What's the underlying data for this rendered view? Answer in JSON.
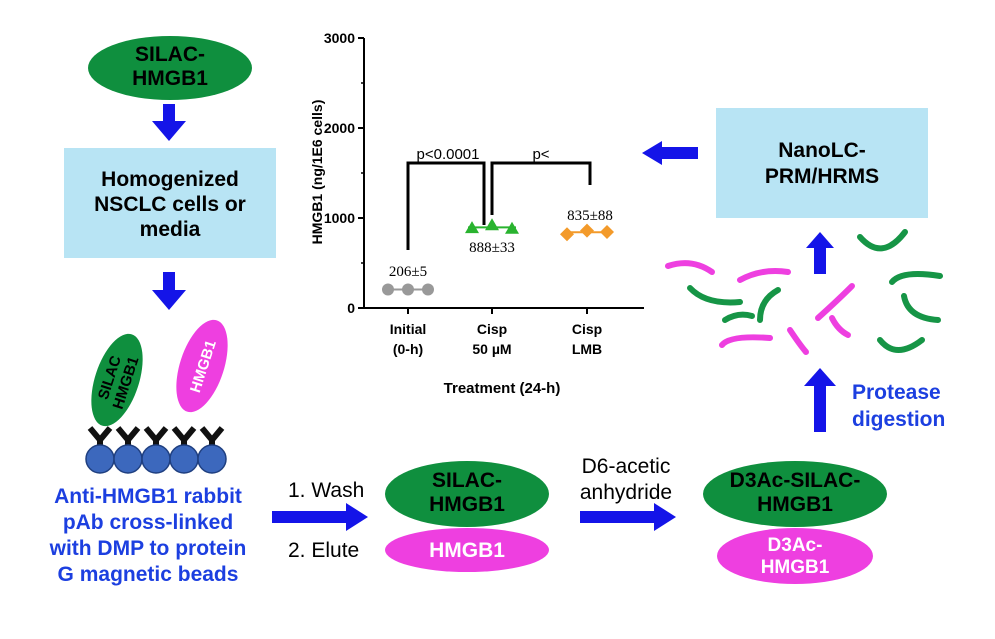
{
  "colors": {
    "green": "#0f8f3e",
    "magenta": "#ee3fe0",
    "blue": "#1414e8",
    "light_blue": "#b8e4f4",
    "bead": "#3c68bd",
    "antibody": "#111111",
    "grey_series": "#999999",
    "green_series": "#29b32f",
    "orange_series": "#f39a2a",
    "peptide_green": "#169546",
    "peptide_magenta": "#ee3fe0"
  },
  "nodes": {
    "silac_top": [
      "SILAC-",
      "HMGB1"
    ],
    "homogenized": [
      "Homogenized",
      "NSCLC cells or",
      "media"
    ],
    "bead_silac": [
      "SILAC",
      "HMGB1"
    ],
    "bead_hmgb1": "HMGB1",
    "beads_caption": [
      "Anti-HMGB1 rabbit",
      "pAb cross-linked",
      "with DMP to protein",
      "G magnetic beads"
    ],
    "wash": "1. Wash",
    "elute": "2. Elute",
    "silac_mid": [
      "SILAC-",
      "HMGB1"
    ],
    "hmgb1_mid": "HMGB1",
    "reagent": [
      "D6-acetic",
      "anhydride"
    ],
    "d3ac_silac": [
      "D3Ac-SILAC-",
      "HMGB1"
    ],
    "d3ac_hmgb1": [
      "D3Ac-",
      "HMGB1"
    ],
    "protease": [
      "Protease",
      "digestion"
    ],
    "nanolc": [
      "NanoLC-",
      "PRM/HRMS"
    ]
  },
  "chart_data": {
    "type": "scatter",
    "title": "",
    "xlabel": "Treatment (24-h)",
    "ylabel": "HMGB1 (ng/1E6 cells)",
    "ylim": [
      0,
      3000
    ],
    "yticks": [
      "0",
      "1000",
      "2000",
      "3000"
    ],
    "categories": [
      [
        "Initial",
        "(0-h)"
      ],
      [
        "Cisp",
        "50 µM"
      ],
      [
        "Cisp",
        "LMB"
      ]
    ],
    "series": [
      {
        "category": 0,
        "marker": "circle",
        "values": [
          206,
          206,
          206
        ],
        "label": "206±5"
      },
      {
        "category": 1,
        "marker": "triangle",
        "values": [
          888,
          920,
          880
        ],
        "label": "888±33"
      },
      {
        "category": 2,
        "marker": "diamond",
        "values": [
          820,
          860,
          845
        ],
        "label": "835±88"
      }
    ],
    "comparisons": [
      {
        "from": 0,
        "to": 1,
        "label": "p<0.0001"
      },
      {
        "from": 1,
        "to": 2,
        "label": "p<"
      }
    ]
  }
}
